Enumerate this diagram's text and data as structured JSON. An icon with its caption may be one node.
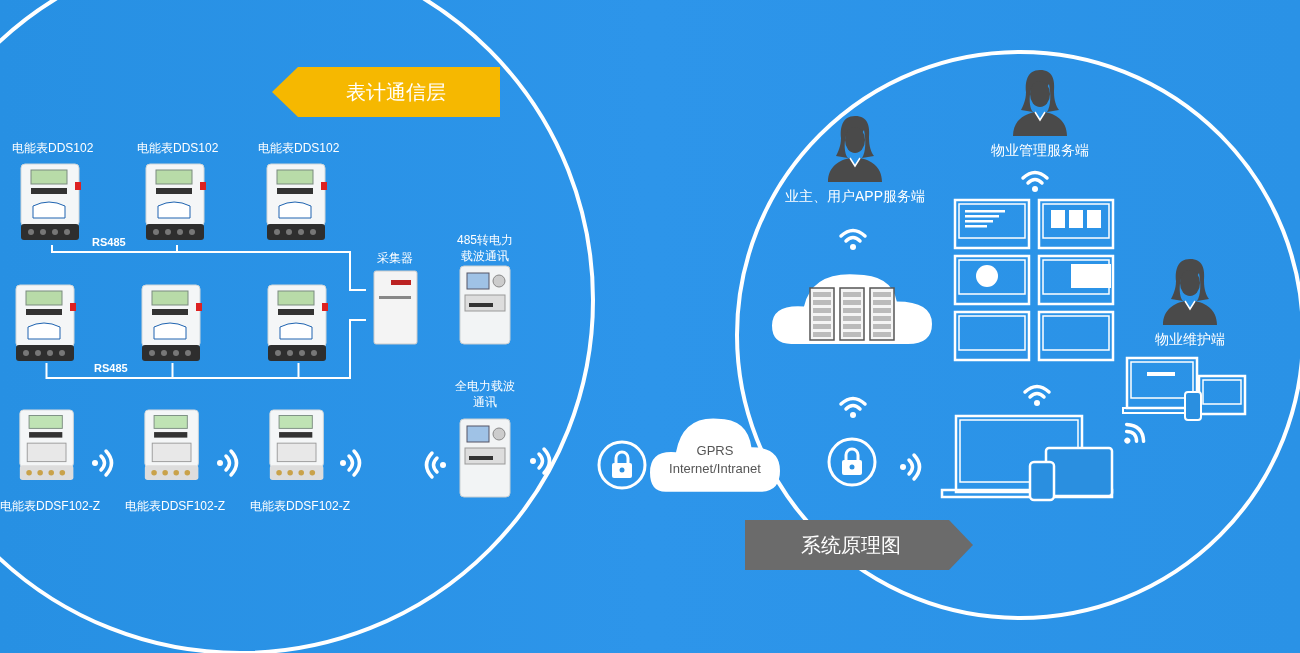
{
  "diagram": {
    "nodes": [
      {
        "text": [],
        "shape": "circle"
      },
      {
        "text": [
          "表计通信层"
        ],
        "in": 0
      },
      {
        "text": [
          "电能表DDS102"
        ],
        "in": 0
      },
      {
        "text": [
          "电能表DDS102"
        ],
        "in": 0
      },
      {
        "text": [
          "电能表DDS102"
        ],
        "in": 0
      },
      {
        "text": [],
        "shape": "picture",
        "in": 0
      },
      {
        "text": [],
        "shape": "picture",
        "in": 0
      },
      {
        "text": [],
        "shape": "picture",
        "in": 0
      },
      {
        "text": [
          "采集器"
        ],
        "in": 0
      },
      {
        "text": [
          "485转电力载波通讯"
        ],
        "in": 0
      },
      {
        "text": [
          "电能表DDSF102-Z"
        ],
        "in": 0
      },
      {
        "text": [
          "电能表DDSF102-Z"
        ],
        "in": 0
      },
      {
        "text": [
          "电能表DDSF102-Z"
        ],
        "in": 0
      },
      {
        "text": [
          "全电力载波通讯"
        ],
        "in": 0
      },
      {
        "text": [],
        "shape": "picture"
      },
      {
        "text": [
          "GPRS Internet/Intranet"
        ]
      },
      {
        "text": [],
        "shape": "circle"
      },
      {
        "text": [],
        "shape": "picture",
        "in": 16
      },
      {
        "text": [
          "业主、用户APP服务端"
        ],
        "in": 16
      },
      {
        "text": [
          "物业管理服务端"
        ],
        "in": 16
      },
      {
        "text": [],
        "shape": "picture",
        "in": 16
      },
      {
        "text": [],
        "shape": "picture",
        "in": 16
      },
      {
        "text": [
          "物业维护端"
        ],
        "in": 16
      },
      {
        "text": [],
        "shape": "picture",
        "in": 16
      },
      {
        "text": [],
        "shape": "picture",
        "in": 16
      },
      {
        "text": [
          "系统原理图"
        ],
        "in": 16
      }
    ],
    "edges": [
      {
        "from": 2,
        "to": 8,
        "arrow": "none",
        "label": "RS485"
      },
      {
        "from": 3,
        "to": 8,
        "arrow": "none"
      },
      {
        "from": 5,
        "to": 8,
        "arrow": "none",
        "label": "RS485"
      },
      {
        "from": 6,
        "to": 8,
        "arrow": "none"
      },
      {
        "from": 7,
        "to": 8,
        "arrow": "none"
      }
    ]
  }
}
